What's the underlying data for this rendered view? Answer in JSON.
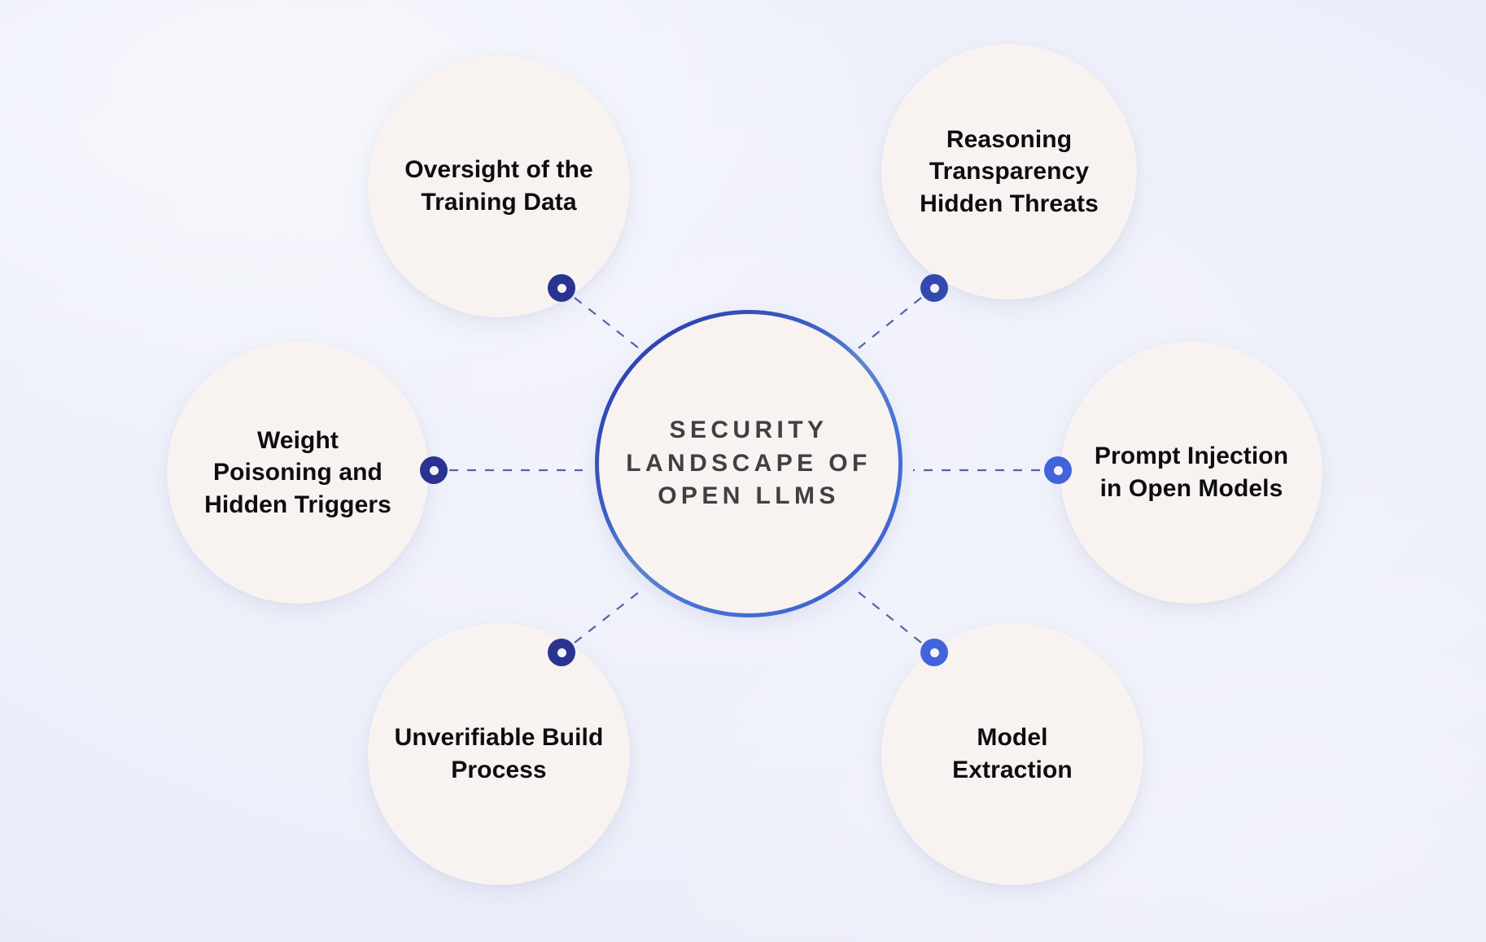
{
  "diagram": {
    "type": "hub-and-spoke mind map",
    "center": {
      "title": "Security Landscape of Open LLMs",
      "ring_gradient_from": "#2B3EA8",
      "ring_gradient_to": "#4A74D6",
      "fill_color": "#F8F3F1",
      "text_color": "#3F3F44"
    },
    "background": {
      "color_top": "#F2F3FB",
      "color_bottom": "#E5E8F6"
    },
    "connector_style": "dashed",
    "connector_color": "#3C4A93",
    "nodes": [
      {
        "id": "oversight-training-data",
        "label": "Oversight of the Training Data",
        "position": "top-left",
        "dot_color": "#2B3390",
        "bubble_color": "#F8F2F1"
      },
      {
        "id": "reasoning-transparency",
        "label": "Reasoning Transparency Hidden Threats",
        "position": "top-right",
        "dot_color": "#3449AF",
        "bubble_color": "#F9F2F2"
      },
      {
        "id": "weight-poisoning",
        "label": "Weight Poisoning and Hidden Triggers",
        "position": "left",
        "dot_color": "#2B3390",
        "bubble_color": "#F8F2F1"
      },
      {
        "id": "prompt-injection",
        "label": "Prompt Injection in Open Models",
        "position": "right",
        "dot_color": "#4264DB",
        "bubble_color": "#F9F2F2"
      },
      {
        "id": "unverifiable-build",
        "label": "Unverifiable Build Process",
        "position": "bottom-left",
        "dot_color": "#2B3390",
        "bubble_color": "#F8F2F1"
      },
      {
        "id": "model-extraction",
        "label": "Model Extraction",
        "position": "bottom-right",
        "dot_color": "#4264DB",
        "bubble_color": "#F9F2F2"
      }
    ]
  }
}
